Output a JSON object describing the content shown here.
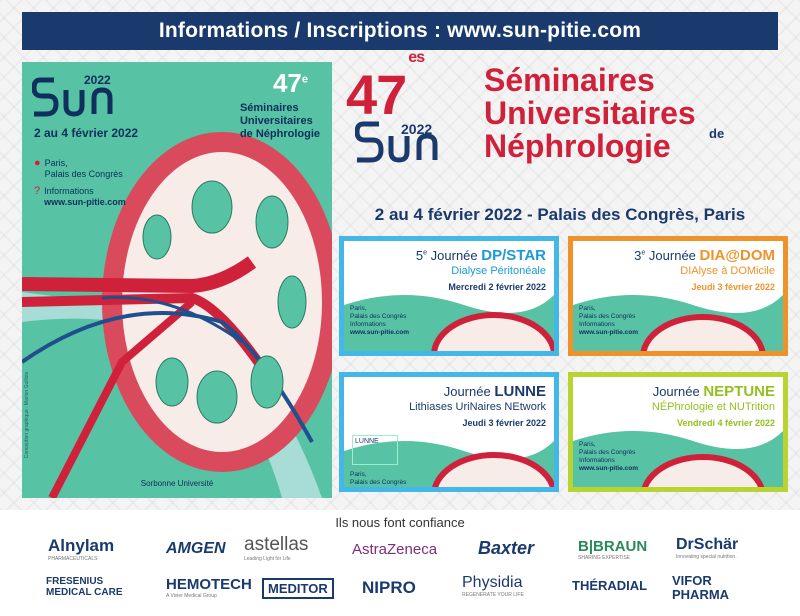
{
  "banner": {
    "text": "Informations / Inscriptions : www.sun-pitie.com"
  },
  "poster": {
    "logo_text": "Sun",
    "logo_year": "2022",
    "edition_num": "47",
    "edition_sup": "e",
    "title_lines": [
      "Séminaires",
      "Universitaires",
      "de Néphrologie"
    ],
    "dates": "2 au 4 février 2022",
    "place": "Paris,\nPalais des Congrès",
    "info_label": "Informations",
    "info_url": "www.sun-pitie.com",
    "university": "Sorbonne Université",
    "credit": "Conception graphique : Marion Guillois"
  },
  "header": {
    "edition_num": "47",
    "edition_sup": "es",
    "logo_text": "Sun",
    "logo_year": "2022",
    "title_line1": "Séminaires",
    "title_line2": "Universitaires",
    "title_de": "de",
    "title_line3": "Néphrologie",
    "dates_place": "2 au 4 février 2022 - Palais des Congrès, Paris"
  },
  "cards": {
    "dp": {
      "ord": "5",
      "ord_sup": "e",
      "prefix": "Journée",
      "name": "DP/STAR",
      "subtitle": "Dialyse Péritonéale",
      "date": "Mercredi 2 février 2022",
      "place": "Paris,\nPalais des Congrès",
      "info": "Informations",
      "url": "www.sun-pitie.com"
    },
    "dia": {
      "ord": "3",
      "ord_sup": "e",
      "prefix": "Journée",
      "name": "DIA@DOM",
      "subtitle": "DIAlyse à DOMicile",
      "date": "Jeudi 3 février 2022",
      "place": "Paris,\nPalais des Congrès",
      "info": "Informations",
      "url": "www.sun-pitie.com"
    },
    "lunne": {
      "prefix": "Journée",
      "name": "LUNNE",
      "subtitle": "Lithiases UriNaires NEtwork",
      "date": "Jeudi 3 février 2022",
      "logo": "LUNNE",
      "place": "Paris,\nPalais des Congrès"
    },
    "neptune": {
      "prefix": "Journée",
      "name": "NEPTUNE",
      "subtitle": "NÉPhrologie et NUTrition",
      "date": "Vendredi 4 février 2022",
      "place": "Paris,\nPalais des Congrès",
      "info": "Informations",
      "url": "www.sun-pitie.com"
    }
  },
  "sponsors": {
    "label": "Ils nous font confiance",
    "row1": [
      "Alnylam",
      "AMGEN",
      "astellas",
      "AstraZeneca",
      "Baxter",
      "B|BRAUN",
      "DrSchär"
    ],
    "row1_small": [
      "PHARMACEUTICALS",
      "",
      "Leading Light for Life",
      "",
      "",
      "SHARING EXPERTISE",
      "Innovating special nutrition."
    ],
    "row2": [
      "FRESENIUS MEDICAL CARE",
      "HEMOTECH",
      "MEDITOR",
      "NIPRO",
      "Physidia",
      "THÉRADIAL",
      "VIFOR PHARMA"
    ],
    "row2_small": [
      "",
      "A Vivier Medical Group",
      "",
      "",
      "REGENERATE YOUR LIFE",
      "",
      ""
    ]
  },
  "colors": {
    "navy": "#1a3a6e",
    "red": "#d0213b",
    "teal": "#57c2a4",
    "blue": "#43b8e6",
    "orange": "#f0922a",
    "green": "#b8d432"
  }
}
